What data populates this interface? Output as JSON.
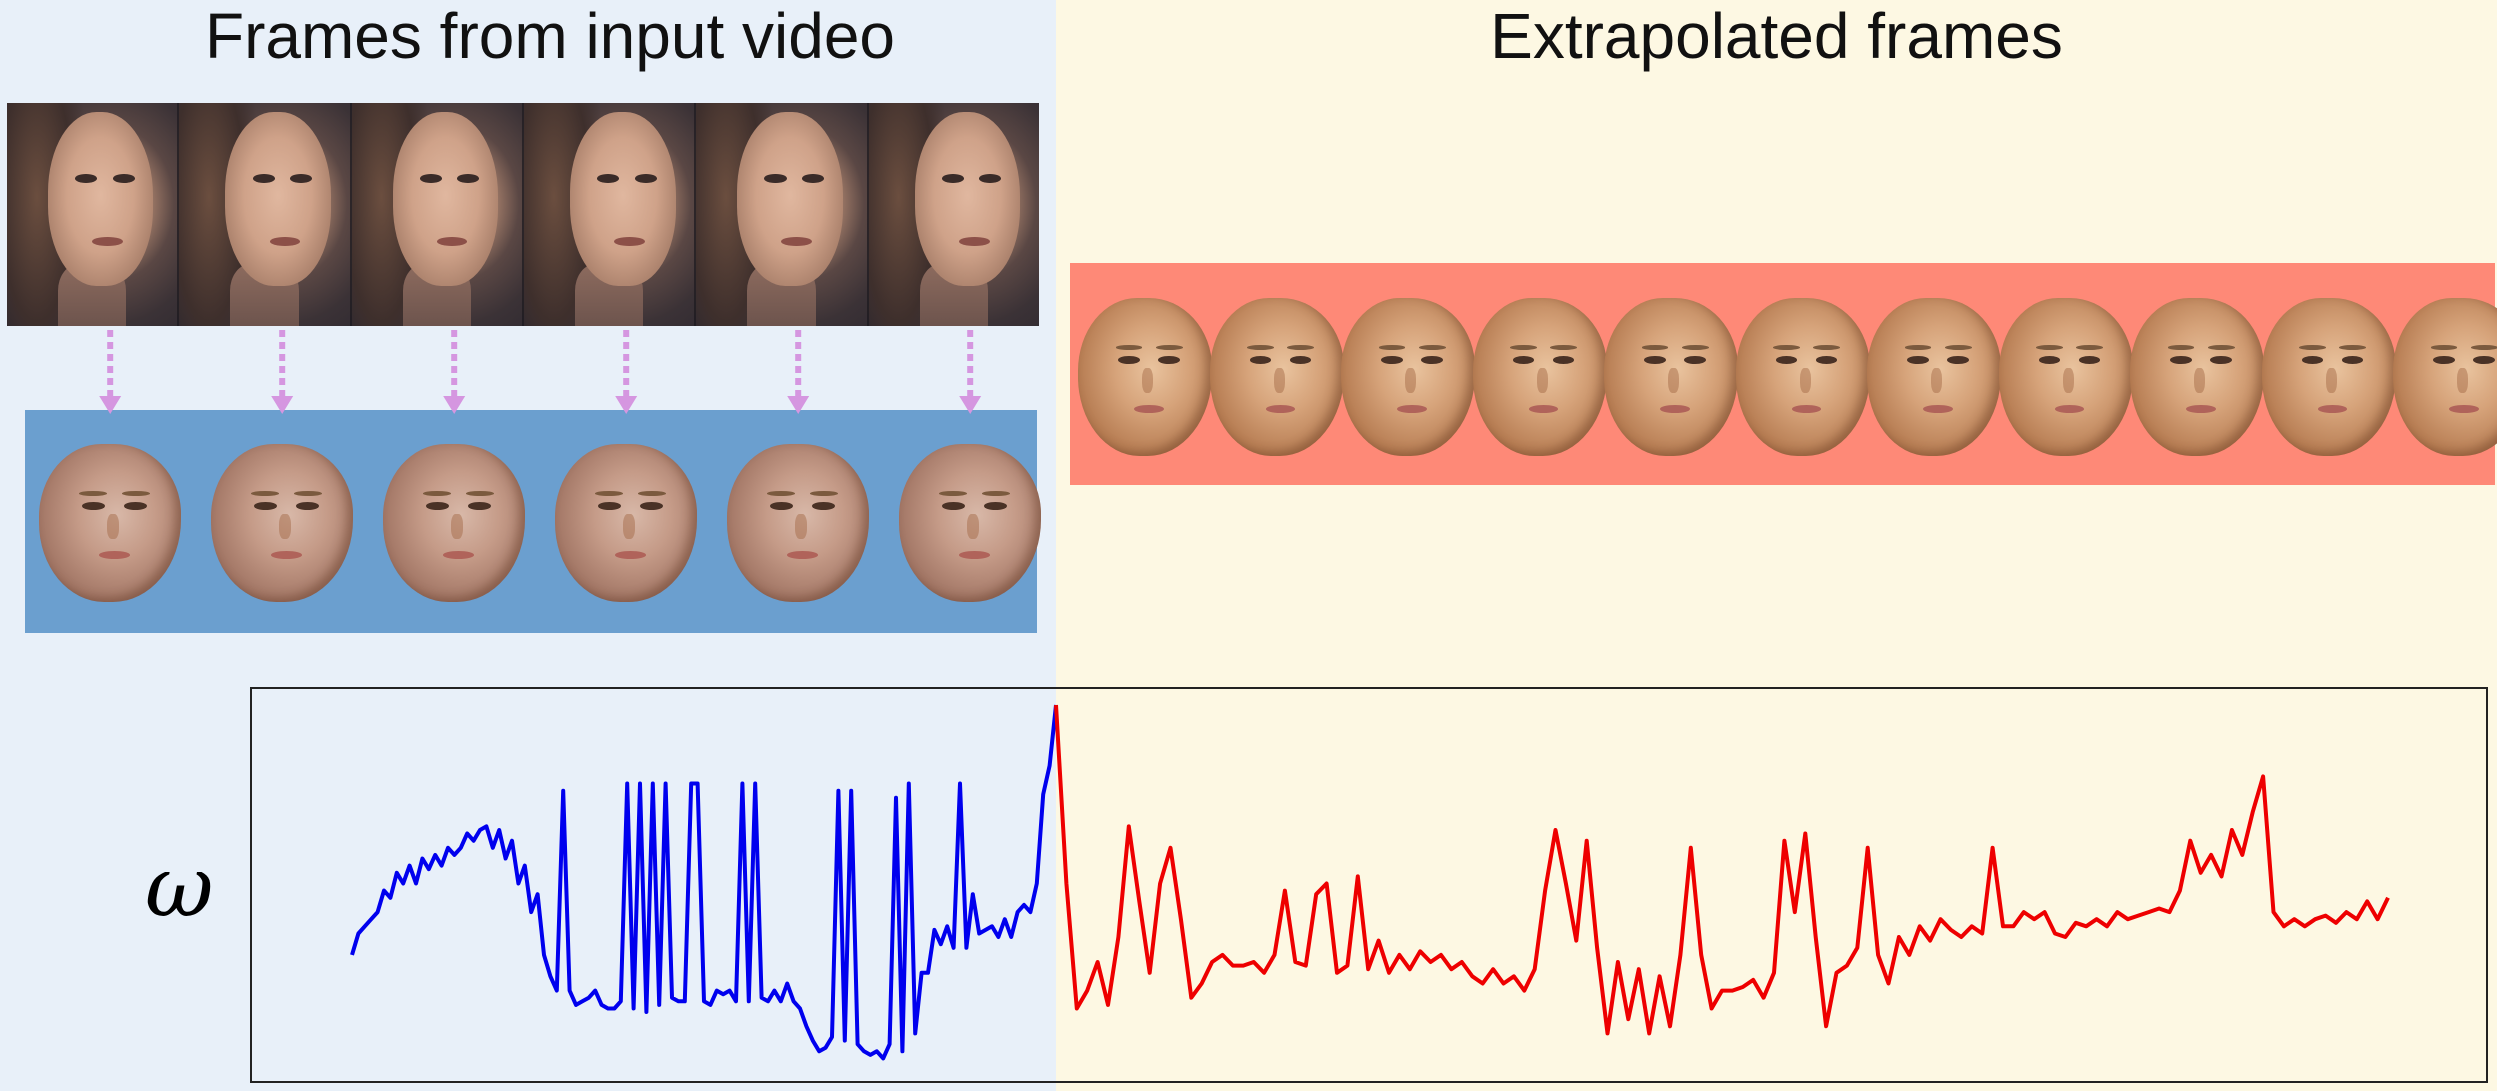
{
  "titles": {
    "left": "Frames from input video",
    "right": "Extrapolated frames"
  },
  "colors": {
    "left_background": "#e8f0f9",
    "right_background": "#fdf8e3",
    "input_faces_box": "#6b9fcf",
    "extrapolated_faces_box": "#fe8977",
    "arrow": "#d596e0",
    "input_curve": "#0000ee",
    "extrapolated_curve": "#ee0000"
  },
  "input_video_frames": 6,
  "input_rendered_faces": 6,
  "extrapolated_faces": 11,
  "chart_data": {
    "type": "line",
    "ylabel": "ω",
    "grid": false,
    "series": [
      {
        "segment": "input",
        "color": "#0000ee",
        "values": [
          0.3,
          0.36,
          0.38,
          0.4,
          0.42,
          0.48,
          0.46,
          0.53,
          0.5,
          0.55,
          0.5,
          0.57,
          0.54,
          0.58,
          0.55,
          0.6,
          0.58,
          0.6,
          0.64,
          0.62,
          0.65,
          0.66,
          0.6,
          0.65,
          0.57,
          0.62,
          0.5,
          0.55,
          0.42,
          0.47,
          0.3,
          0.24,
          0.2,
          0.76,
          0.2,
          0.16,
          0.17,
          0.18,
          0.2,
          0.16,
          0.15,
          0.15,
          0.17,
          0.78,
          0.15,
          0.78,
          0.14,
          0.78,
          0.16,
          0.78,
          0.18,
          0.17,
          0.17,
          0.78,
          0.78,
          0.17,
          0.16,
          0.2,
          0.19,
          0.2,
          0.17,
          0.78,
          0.17,
          0.78,
          0.18,
          0.17,
          0.2,
          0.17,
          0.22,
          0.17,
          0.15,
          0.1,
          0.06,
          0.03,
          0.04,
          0.07,
          0.76,
          0.06,
          0.76,
          0.05,
          0.03,
          0.02,
          0.03,
          0.01,
          0.05,
          0.74,
          0.03,
          0.78,
          0.08,
          0.25,
          0.25,
          0.37,
          0.33,
          0.38,
          0.32,
          0.78,
          0.32,
          0.47,
          0.36,
          0.37,
          0.38,
          0.35,
          0.4,
          0.35,
          0.42,
          0.44,
          0.42,
          0.5,
          0.75,
          0.83,
          1.0
        ]
      },
      {
        "segment": "extrapolated",
        "color": "#ee0000",
        "values": [
          1.0,
          0.5,
          0.15,
          0.2,
          0.28,
          0.16,
          0.35,
          0.66,
          0.45,
          0.25,
          0.5,
          0.6,
          0.4,
          0.18,
          0.22,
          0.28,
          0.3,
          0.27,
          0.27,
          0.28,
          0.25,
          0.3,
          0.48,
          0.28,
          0.27,
          0.47,
          0.5,
          0.25,
          0.27,
          0.52,
          0.26,
          0.34,
          0.25,
          0.3,
          0.26,
          0.31,
          0.28,
          0.3,
          0.26,
          0.28,
          0.24,
          0.22,
          0.26,
          0.22,
          0.24,
          0.2,
          0.26,
          0.48,
          0.65,
          0.5,
          0.34,
          0.62,
          0.32,
          0.08,
          0.28,
          0.12,
          0.26,
          0.08,
          0.24,
          0.1,
          0.3,
          0.6,
          0.3,
          0.15,
          0.2,
          0.2,
          0.21,
          0.23,
          0.18,
          0.25,
          0.62,
          0.42,
          0.64,
          0.35,
          0.1,
          0.25,
          0.27,
          0.32,
          0.6,
          0.3,
          0.22,
          0.35,
          0.3,
          0.38,
          0.34,
          0.4,
          0.37,
          0.35,
          0.38,
          0.36,
          0.6,
          0.38,
          0.38,
          0.42,
          0.4,
          0.42,
          0.36,
          0.35,
          0.39,
          0.38,
          0.4,
          0.38,
          0.42,
          0.4,
          0.41,
          0.42,
          0.43,
          0.42,
          0.48,
          0.62,
          0.53,
          0.58,
          0.52,
          0.65,
          0.58,
          0.7,
          0.8,
          0.42,
          0.38,
          0.4,
          0.38,
          0.4,
          0.41,
          0.39,
          0.42,
          0.4,
          0.45,
          0.4,
          0.46
        ]
      }
    ]
  }
}
